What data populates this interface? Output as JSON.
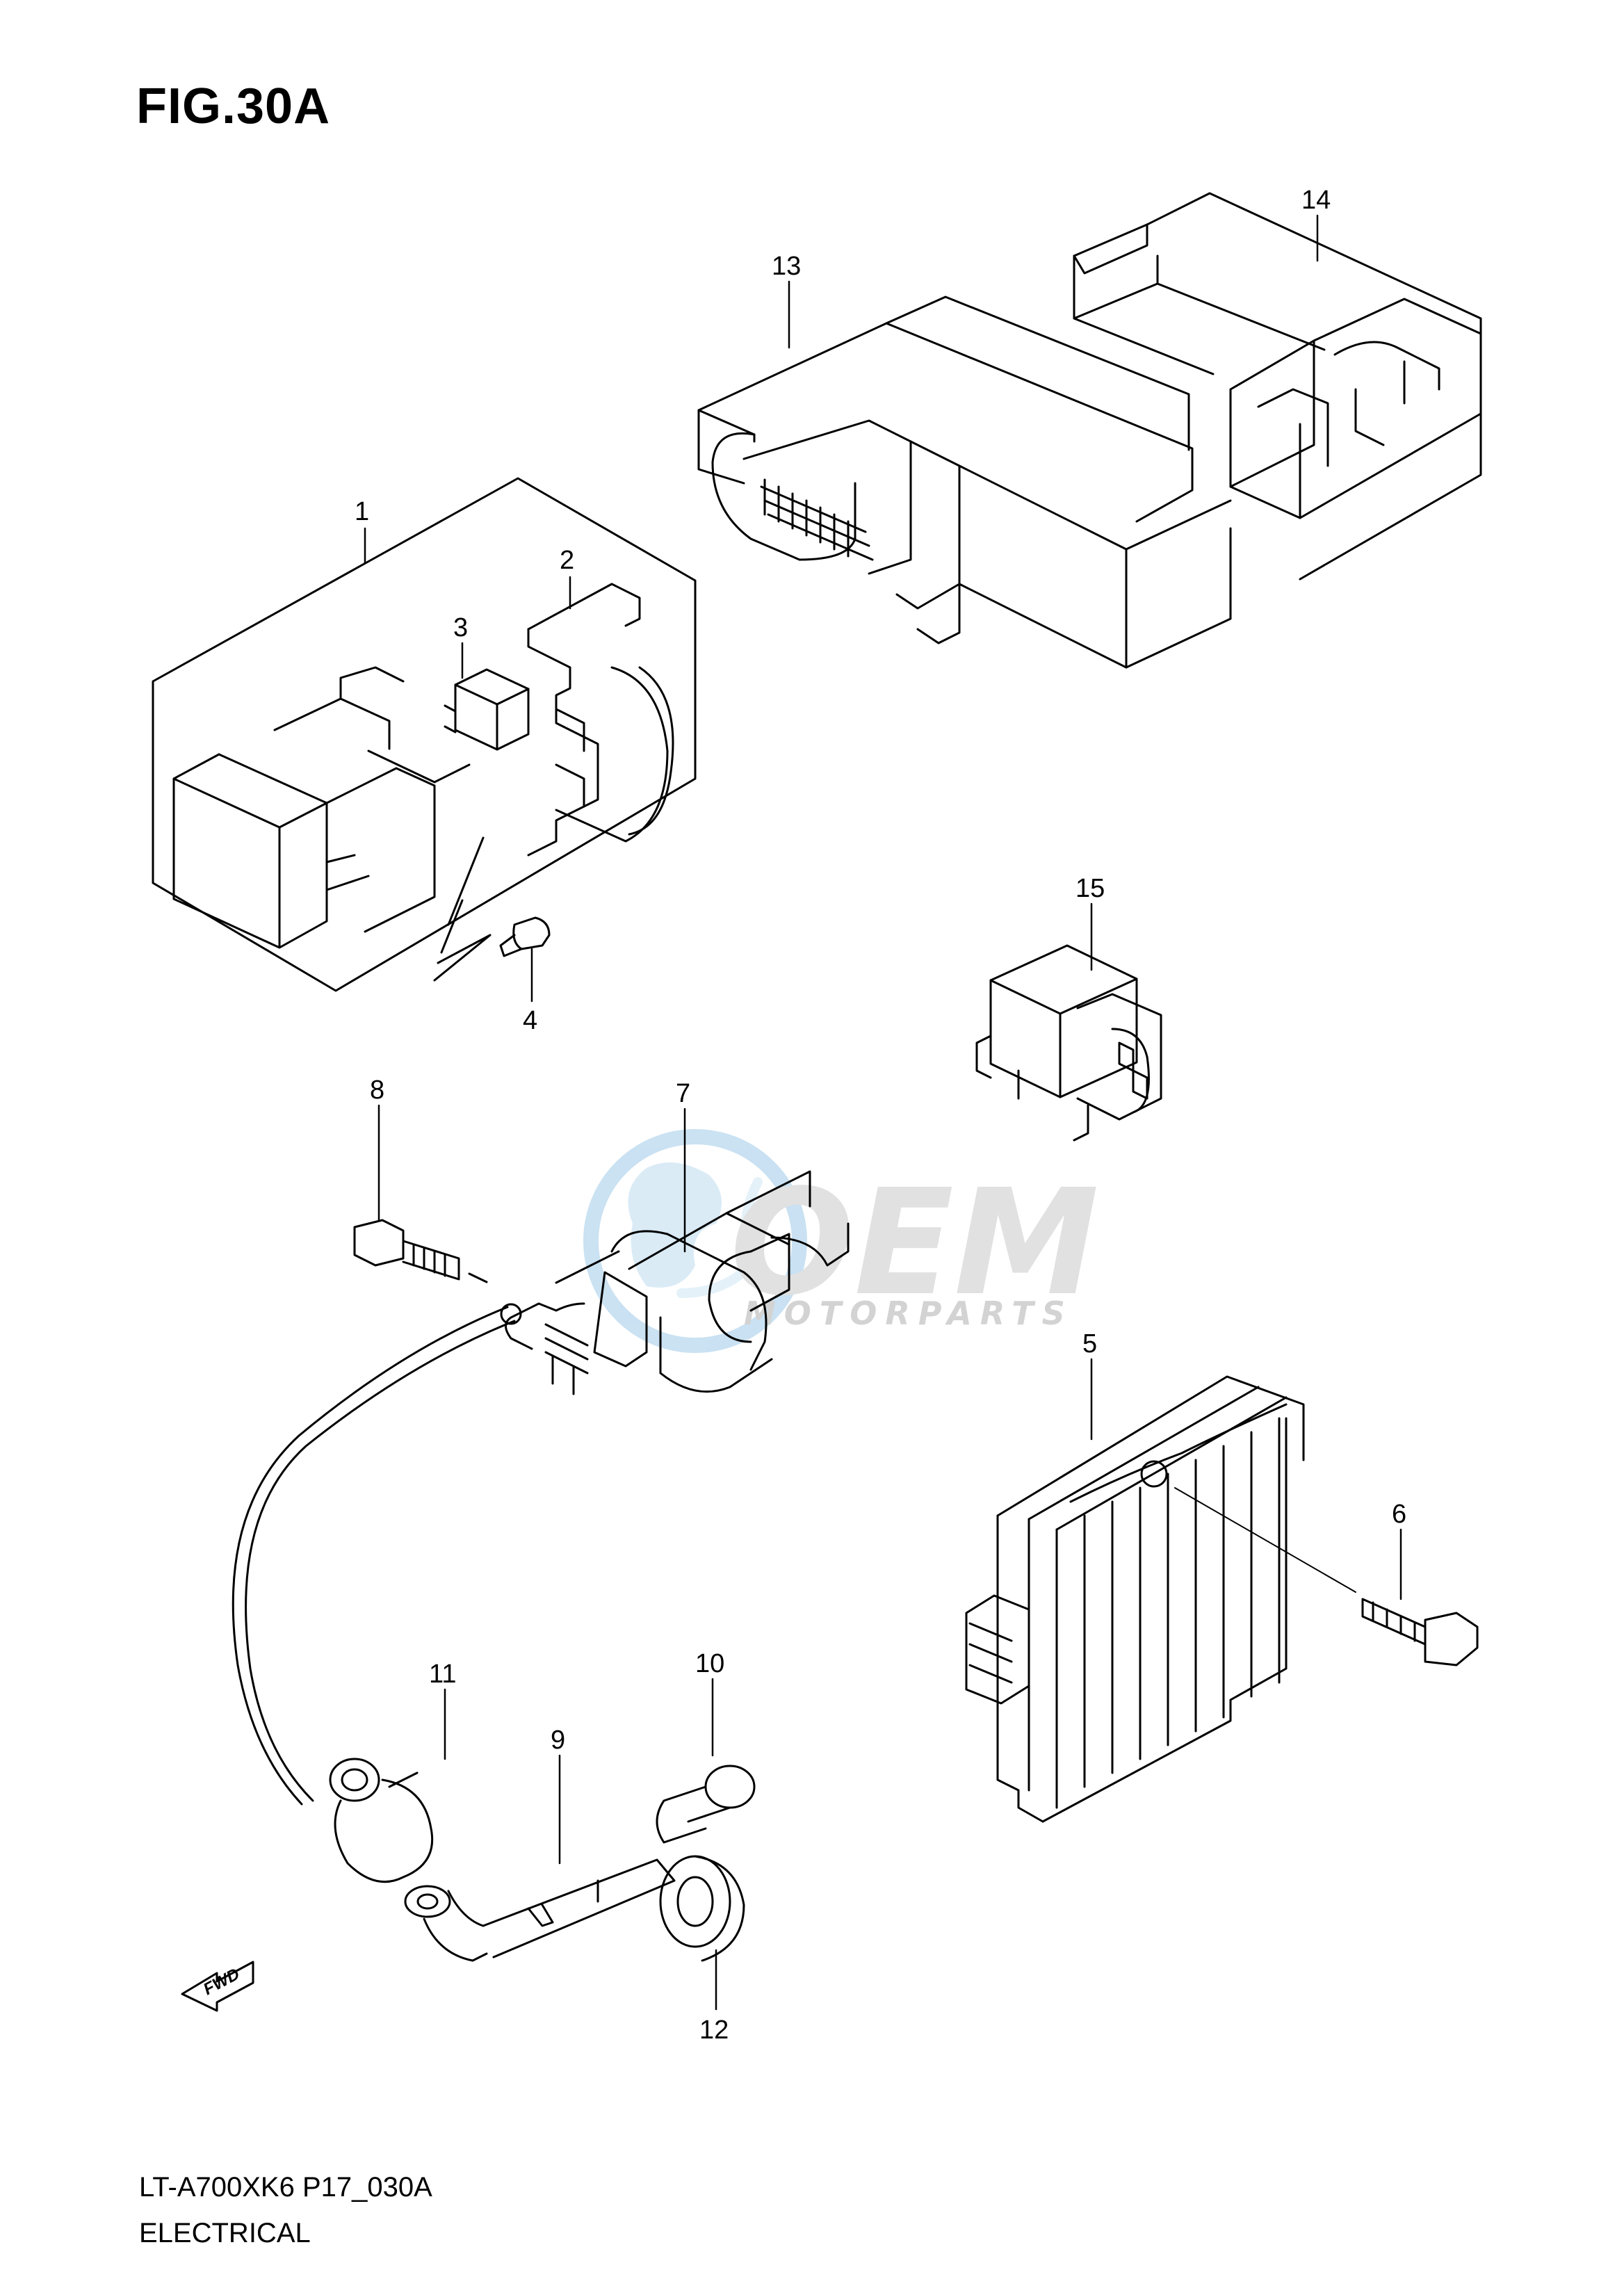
{
  "figure": {
    "title": "FIG.30A",
    "model_code": "LT-A700XK6 P17_030A",
    "section": "ELECTRICAL"
  },
  "callouts": [
    {
      "id": "1",
      "label": "1"
    },
    {
      "id": "2",
      "label": "2"
    },
    {
      "id": "3",
      "label": "3"
    },
    {
      "id": "4",
      "label": "4"
    },
    {
      "id": "5",
      "label": "5"
    },
    {
      "id": "6",
      "label": "6"
    },
    {
      "id": "7",
      "label": "7"
    },
    {
      "id": "8",
      "label": "8"
    },
    {
      "id": "9",
      "label": "9"
    },
    {
      "id": "10",
      "label": "10"
    },
    {
      "id": "11",
      "label": "11"
    },
    {
      "id": "12",
      "label": "12"
    },
    {
      "id": "13",
      "label": "13"
    },
    {
      "id": "14",
      "label": "14"
    },
    {
      "id": "15",
      "label": "15"
    }
  ],
  "direction_marker": {
    "label": "FWD",
    "icon": "forward-arrow-icon"
  },
  "watermark": {
    "brand": "OEM",
    "tagline": "MOTORPARTS",
    "color": "#9ecae8"
  }
}
